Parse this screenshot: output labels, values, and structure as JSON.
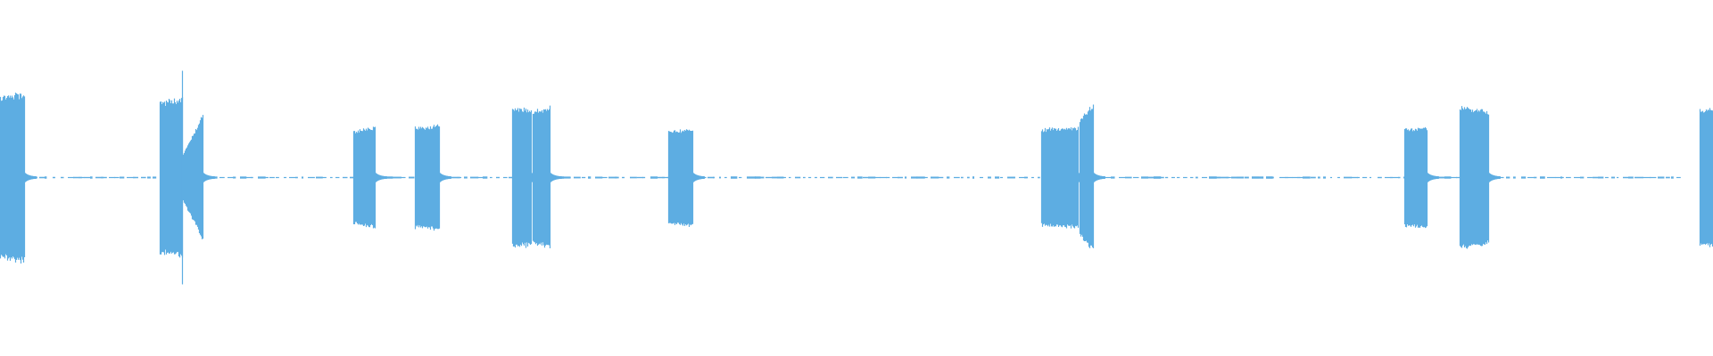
{
  "chart_data": {
    "type": "area",
    "title": "",
    "xlabel": "",
    "ylabel": "",
    "amplitude_range": [
      -1,
      1
    ],
    "grid": false,
    "legend": "none",
    "color": "#5dade2",
    "baseline_noise_amplitude": 0.01,
    "baseline_noise_until": 0.98,
    "bursts": [
      {
        "start": 0.0,
        "end": 0.014,
        "amp_start": 0.45,
        "amp_end": 0.47
      },
      {
        "start": 0.093,
        "end": 0.106,
        "amp_start": 0.42,
        "amp_end": 0.44,
        "peak": 0.6
      },
      {
        "start": 0.106,
        "end": 0.118,
        "amp_start": 0.12,
        "amp_end": 0.35
      },
      {
        "start": 0.206,
        "end": 0.219,
        "amp_start": 0.26,
        "amp_end": 0.28
      },
      {
        "start": 0.242,
        "end": 0.256,
        "amp_start": 0.28,
        "amp_end": 0.29
      },
      {
        "start": 0.299,
        "end": 0.31,
        "amp_start": 0.39,
        "amp_end": 0.38
      },
      {
        "start": 0.311,
        "end": 0.321,
        "amp_start": 0.37,
        "amp_end": 0.39
      },
      {
        "start": 0.39,
        "end": 0.404,
        "amp_start": 0.26,
        "amp_end": 0.27
      },
      {
        "start": 0.608,
        "end": 0.629,
        "amp_start": 0.27,
        "amp_end": 0.28
      },
      {
        "start": 0.63,
        "end": 0.638,
        "amp_start": 0.32,
        "amp_end": 0.41
      },
      {
        "start": 0.82,
        "end": 0.833,
        "amp_start": 0.27,
        "amp_end": 0.28
      },
      {
        "start": 0.852,
        "end": 0.869,
        "amp_start": 0.4,
        "amp_end": 0.37
      },
      {
        "start": 0.992,
        "end": 1.0,
        "amp_start": 0.38,
        "amp_end": 0.39
      }
    ]
  }
}
